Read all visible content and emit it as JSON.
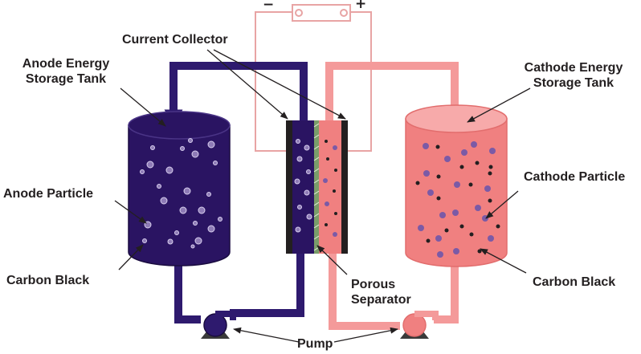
{
  "labels": {
    "current_collector": "Current Collector",
    "anode_tank_line1": "Anode Energy",
    "anode_tank_line2": "Storage Tank",
    "cathode_tank_line1": "Cathode Energy",
    "cathode_tank_line2": "Storage Tank",
    "anode_particle": "Anode Particle",
    "cathode_particle": "Cathode Particle",
    "carbon_black_left": "Carbon Black",
    "carbon_black_right": "Carbon Black",
    "separator_line1": "Porous",
    "separator_line2": "Separator",
    "pump": "Pump"
  },
  "terminals": {
    "negative": "−",
    "positive": "+"
  },
  "colors": {
    "anode_fill": "#2a1462",
    "anode_pipe": "#2e1a6e",
    "cathode_fill": "#f08080",
    "cathode_top": "#f7aaaa",
    "cathode_pipe": "#f49a9a",
    "wire": "#e8a4a4",
    "collector": "#231f20",
    "separator": "#7a9d6a",
    "purple_particle": "#7b5aa6",
    "black_particle": "#231f20",
    "pump_base": "#3a3a3a"
  },
  "icons": {
    "battery_symbol": "battery-terminal-icon",
    "pump_symbol": "pump-icon"
  }
}
